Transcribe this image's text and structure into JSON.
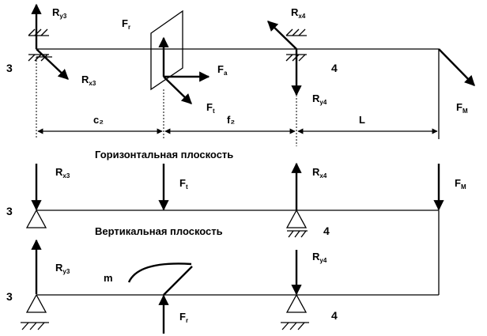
{
  "labels": {
    "ry3_top": {
      "main": "R",
      "sub": "y3"
    },
    "fr_top": {
      "main": "F",
      "sub": "r"
    },
    "rx4_top": {
      "main": "R",
      "sub": "x4"
    },
    "support3_top": "3",
    "support4_top": "4",
    "rx3_top": {
      "main": "R",
      "sub": "x3"
    },
    "fa": {
      "main": "F",
      "sub": "a"
    },
    "ft_top": {
      "main": "F",
      "sub": "t"
    },
    "ry4_top": {
      "main": "R",
      "sub": "y4"
    },
    "fm_top": {
      "main": "F",
      "sub": "M"
    },
    "dim_c2": "c₂",
    "dim_f2": "f₂",
    "dim_l": "L",
    "title_horizontal": "Горизонтальная плоскость",
    "rx3_mid": {
      "main": "R",
      "sub": "x3"
    },
    "ft_mid": {
      "main": "F",
      "sub": "t"
    },
    "rx4_mid": {
      "main": "R",
      "sub": "x4"
    },
    "fm_mid": {
      "main": "F",
      "sub": "M"
    },
    "support3_mid": "3",
    "title_vertical": "Вертикальная плоскость",
    "support4_mid": "4",
    "ry3_bot": {
      "main": "R",
      "sub": "y3"
    },
    "moment_m": "m",
    "ry4_bot": {
      "main": "R",
      "sub": "y4"
    },
    "support3_bot": "3",
    "fr_bot": {
      "main": "F",
      "sub": "r"
    },
    "support4_bot": "4"
  }
}
